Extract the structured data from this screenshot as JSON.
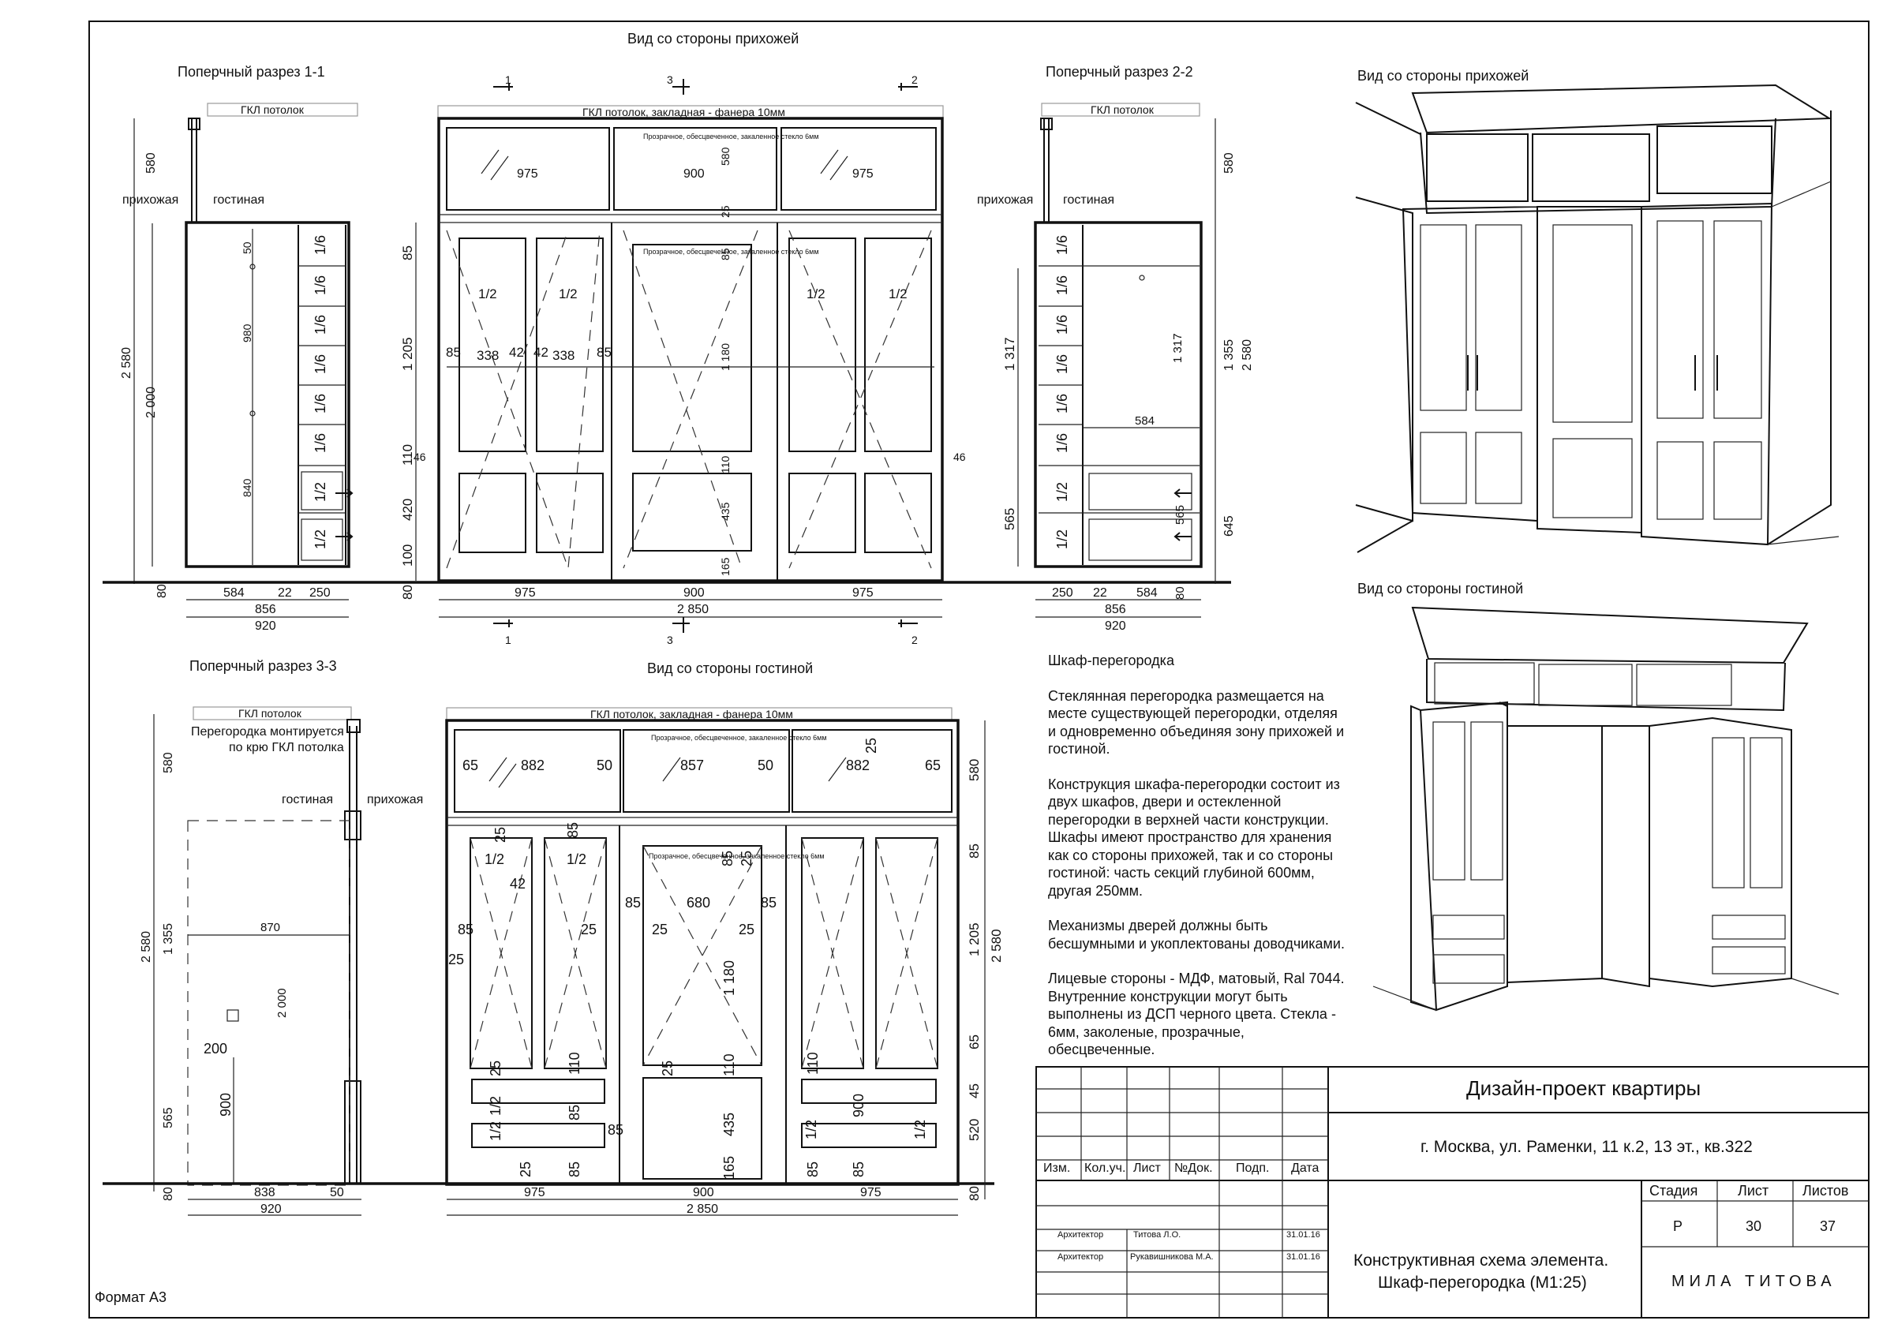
{
  "views": {
    "section_1_1": "Поперчный разрез 1-1",
    "front_hall": "Вид со стороны прихожей",
    "section_2_2": "Поперчный разрез 2-2",
    "section_3_3": "Поперчный разрез 3-3",
    "front_living": "Вид со стороны гостиной",
    "persp_hall": "Вид со стороны прихожей",
    "persp_living": "Вид со стороны гостиной"
  },
  "labels": {
    "hall": "прихожая",
    "living": "гостиная",
    "gkl_ceiling": "ГКЛ потолок",
    "gkl_ceiling_full": "ГКЛ потолок, закладная - фанера 10мм",
    "glass_note": "Прозрачное, обесцвеченное, закаленное стекло 6мм",
    "mount_note_1": "Перегородка монтируется",
    "mount_note_2": "по крю ГКЛ потолка",
    "format": "Формат А3",
    "cut1": "1",
    "cut2": "2",
    "cut3": "3"
  },
  "dims": {
    "d580": "580",
    "d2580": "2 580",
    "d2000": "2 000",
    "d50": "50",
    "d980": "980",
    "d840": "840",
    "d80": "80",
    "d584": "584",
    "d22": "22",
    "d250": "250",
    "d856": "856",
    "d920": "920",
    "d975": "975",
    "d900": "900",
    "d2850": "2 850",
    "d85": "85",
    "d1205": "1 205",
    "d110": "110",
    "d420": "420",
    "d100": "100",
    "d25": "25",
    "d1180": "1 180",
    "d435": "435",
    "d165": "165",
    "d338": "338",
    "d42": "42",
    "d46": "46",
    "half": "1/2",
    "sixth": "1/6",
    "d1317": "1 317",
    "d1355": "1 355",
    "d565": "565",
    "d645": "645",
    "d870": "870",
    "d200": "200",
    "d838": "838",
    "d65": "65",
    "d882": "882",
    "d857": "857",
    "d680": "680",
    "d45": "45",
    "d520": "520"
  },
  "notes": {
    "title": "Шкаф-перегородка",
    "p1": "Стеклянная перегородка размещается на месте существующей перегородки, отделяя и одновременно объединяя зону прихожей и гостиной.",
    "p2": "Конструкция шкафа-перегородки состоит из двух шкафов, двери и остекленной перегородки в верхней части конструкции. Шкафы имеют пространство для хранения как со стороны прихожей, так и со стороны гостиной: часть секций глубиной 600мм, другая 250мм.",
    "p3": "Механизмы дверей должны быть бесшумными и укоплектованы доводчиками.",
    "p4": "Лицевые стороны - МДФ, матовый, Ral 7044. Внутренние конструкции могут быть выполнены из ДСП черного цвета. Стекла - 6мм, заколеные, прозрачные, обесцвеченные."
  },
  "stamp": {
    "project": "Дизайн-проект квартиры",
    "address": "г. Москва, ул. Раменки, 11 к.2, 13 эт., кв.322",
    "cols": [
      "Изм.",
      "Кол.уч.",
      "Лист",
      "№Док.",
      "Подп.",
      "Дата"
    ],
    "row1_role": "Архитектор",
    "row1_name": "Титова Л.О.",
    "row1_date": "31.01.16",
    "row2_role": "Архитектор",
    "row2_name": "Рукавишникова М.А.",
    "row2_date": "31.01.16",
    "stage_h": "Стадия",
    "sheet_h": "Лист",
    "sheets_h": "Листов",
    "stage": "Р",
    "sheet": "30",
    "sheets": "37",
    "element_1": "Конструктивная схема элемента.",
    "element_2": "Шкаф-перегородка (М1:25)",
    "brand": "МИЛА ТИТОВА"
  }
}
